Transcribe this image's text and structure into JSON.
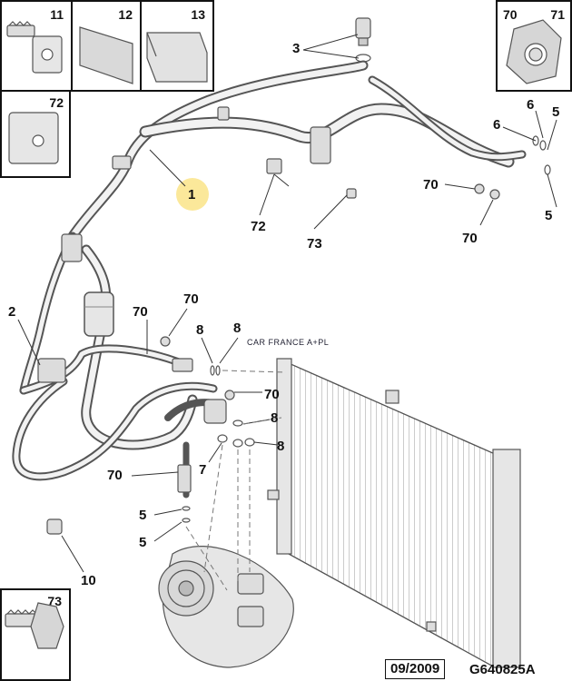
{
  "inset_boxes": [
    {
      "id": "box-11",
      "labels": [
        "11"
      ]
    },
    {
      "id": "box-12",
      "labels": [
        "12"
      ]
    },
    {
      "id": "box-13",
      "labels": [
        "13"
      ]
    },
    {
      "id": "box-72",
      "labels": [
        "72"
      ]
    },
    {
      "id": "box-70-71",
      "labels": [
        "70",
        "71"
      ]
    },
    {
      "id": "box-73",
      "labels": [
        "73"
      ]
    }
  ],
  "callouts": [
    "3",
    "6",
    "6",
    "5",
    "5",
    "70",
    "70",
    "1",
    "72",
    "73",
    "2",
    "70",
    "70",
    "8",
    "8",
    "70",
    "8",
    "7",
    "8",
    "70",
    "5",
    "5",
    "10"
  ],
  "watermark": "CAR FRANCE A+PL",
  "footer": {
    "date": "09/2009",
    "reference": "G640825A"
  },
  "colors": {
    "line": "#555555",
    "part_fill": "#e6e6e6",
    "highlight": "#fbe89a"
  }
}
